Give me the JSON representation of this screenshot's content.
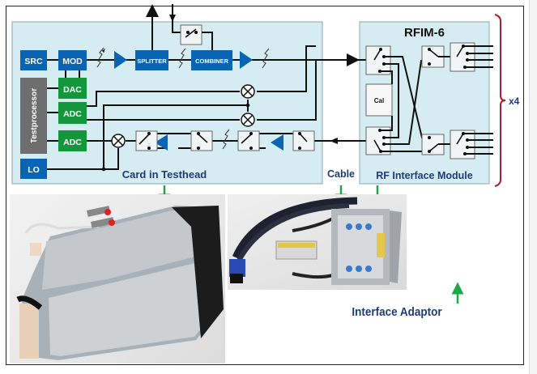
{
  "figure": {
    "card_section": {
      "title": "Card in Testhead",
      "blocks": {
        "src": "SRC",
        "mod": "MOD",
        "dac": "DAC",
        "adc1": "ADC",
        "adc2": "ADC",
        "lo": "LO",
        "testprocessor": "Testprocessor",
        "splitter": "SPLITTER",
        "combiner": "COMBINER"
      }
    },
    "rfim_section": {
      "title": "RFIM-6",
      "subtitle": "RF Interface Module",
      "cal_block": "Cal",
      "multiplier": "x4"
    },
    "cable_label": "Cable",
    "photos": {
      "card_photo": "Card in Testhead hardware photo",
      "adaptor_photo": "Cable, RF Interface Module and Interface Adaptor photo"
    },
    "interface_adaptor_label": "Interface Adaptor",
    "colors": {
      "panel_bg": "#d6ecf3",
      "blue_block": "#0a64b4",
      "green_block": "#14963c",
      "gray_block": "#6e6e6e",
      "label_text": "#1f3a7a",
      "arrow_green": "#1aa84a",
      "brace_red": "#b01c2a"
    }
  }
}
